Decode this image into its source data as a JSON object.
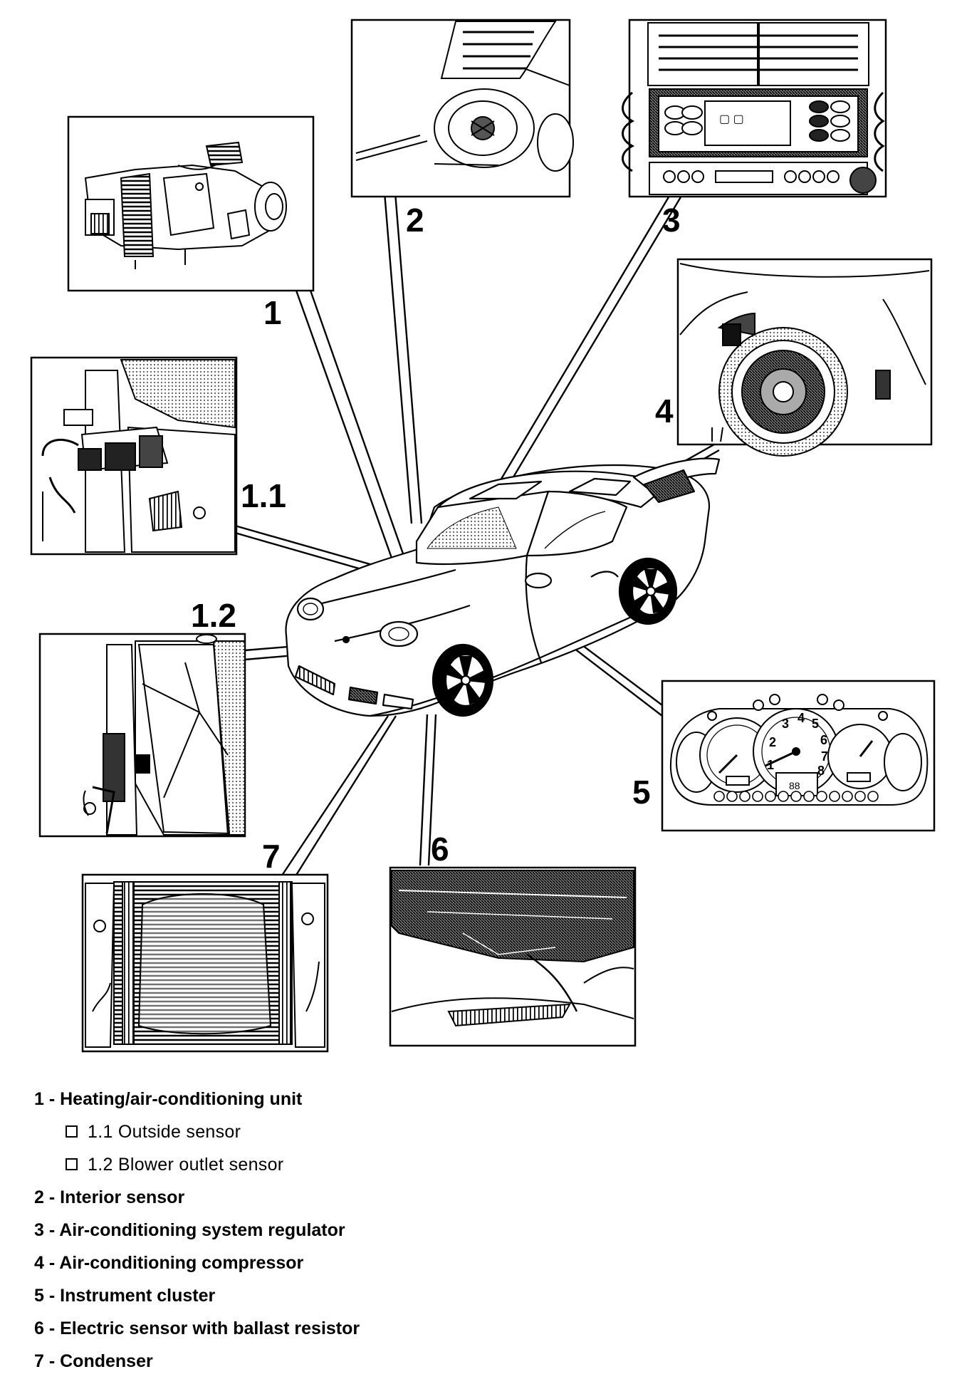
{
  "callouts": {
    "c1": "1",
    "c1_1": "1.1",
    "c1_2": "1.2",
    "c2": "2",
    "c3": "3",
    "c4": "4",
    "c5": "5",
    "c6": "6",
    "c7": "7"
  },
  "instrument_cluster": {
    "lcd_display": "88",
    "tachometer_ticks": [
      "1",
      "2",
      "3",
      "4",
      "5",
      "6",
      "7",
      "8"
    ]
  },
  "legend": {
    "items": [
      {
        "label": "1 - Heating/air-conditioning unit"
      },
      {
        "label": "1.1 Outside sensor"
      },
      {
        "label": "1.2 Blower outlet sensor"
      },
      {
        "label": "2 - Interior sensor"
      },
      {
        "label": "3 - Air-conditioning system regulator"
      },
      {
        "label": "4 - Air-conditioning compressor"
      },
      {
        "label": "5 - Instrument cluster"
      },
      {
        "label": "6 - Electric sensor with ballast resistor"
      },
      {
        "label": "7 - Condenser"
      }
    ]
  }
}
